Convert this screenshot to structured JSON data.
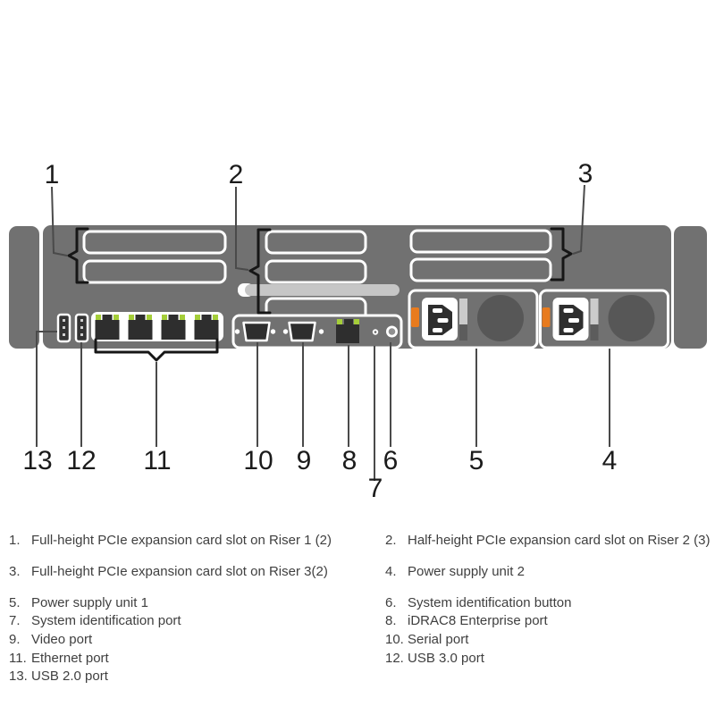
{
  "diagram": {
    "title": "Server rear panel callout diagram",
    "callouts": {
      "n1": "1",
      "n2": "2",
      "n3": "3",
      "n4": "4",
      "n5": "5",
      "n6": "6",
      "n7": "7",
      "n8": "8",
      "n9": "9",
      "n10": "10",
      "n11": "11",
      "n12": "12",
      "n13": "13"
    }
  },
  "legend": {
    "items": [
      {
        "num": "1.",
        "label": "Full-height PCIe expansion card slot on Riser 1 (2)"
      },
      {
        "num": "2.",
        "label": "Half-height PCIe expansion card slot on Riser 2 (3)"
      },
      {
        "num": "3.",
        "label": "Full-height PCIe expansion card slot on Riser 3(2)"
      },
      {
        "num": "4.",
        "label": "Power supply unit 2"
      },
      {
        "num": "5.",
        "label": "Power supply unit 1"
      },
      {
        "num": "6.",
        "label": "System identification button"
      },
      {
        "num": "7.",
        "label": "System identification port"
      },
      {
        "num": "8.",
        "label": "iDRAC8 Enterprise port"
      },
      {
        "num": "9.",
        "label": "Video port"
      },
      {
        "num": "10.",
        "label": "Serial port"
      },
      {
        "num": "11.",
        "label": "Ethernet port"
      },
      {
        "num": "12.",
        "label": "USB 3.0 port"
      },
      {
        "num": "13.",
        "label": "USB 2.0 port"
      }
    ]
  },
  "colors": {
    "chassis_gray": "#717171",
    "fan_gray": "#575757",
    "port_dark": "#2e2e2e",
    "led_green": "#a5ce39",
    "latch_orange": "#e87b1e",
    "handle_light": "#c6c6c6",
    "leader_line": "#4a4a4a",
    "bracket_black": "#161616",
    "text_dark": "#1b1b1b",
    "legend_text": "#3f3f3f"
  }
}
